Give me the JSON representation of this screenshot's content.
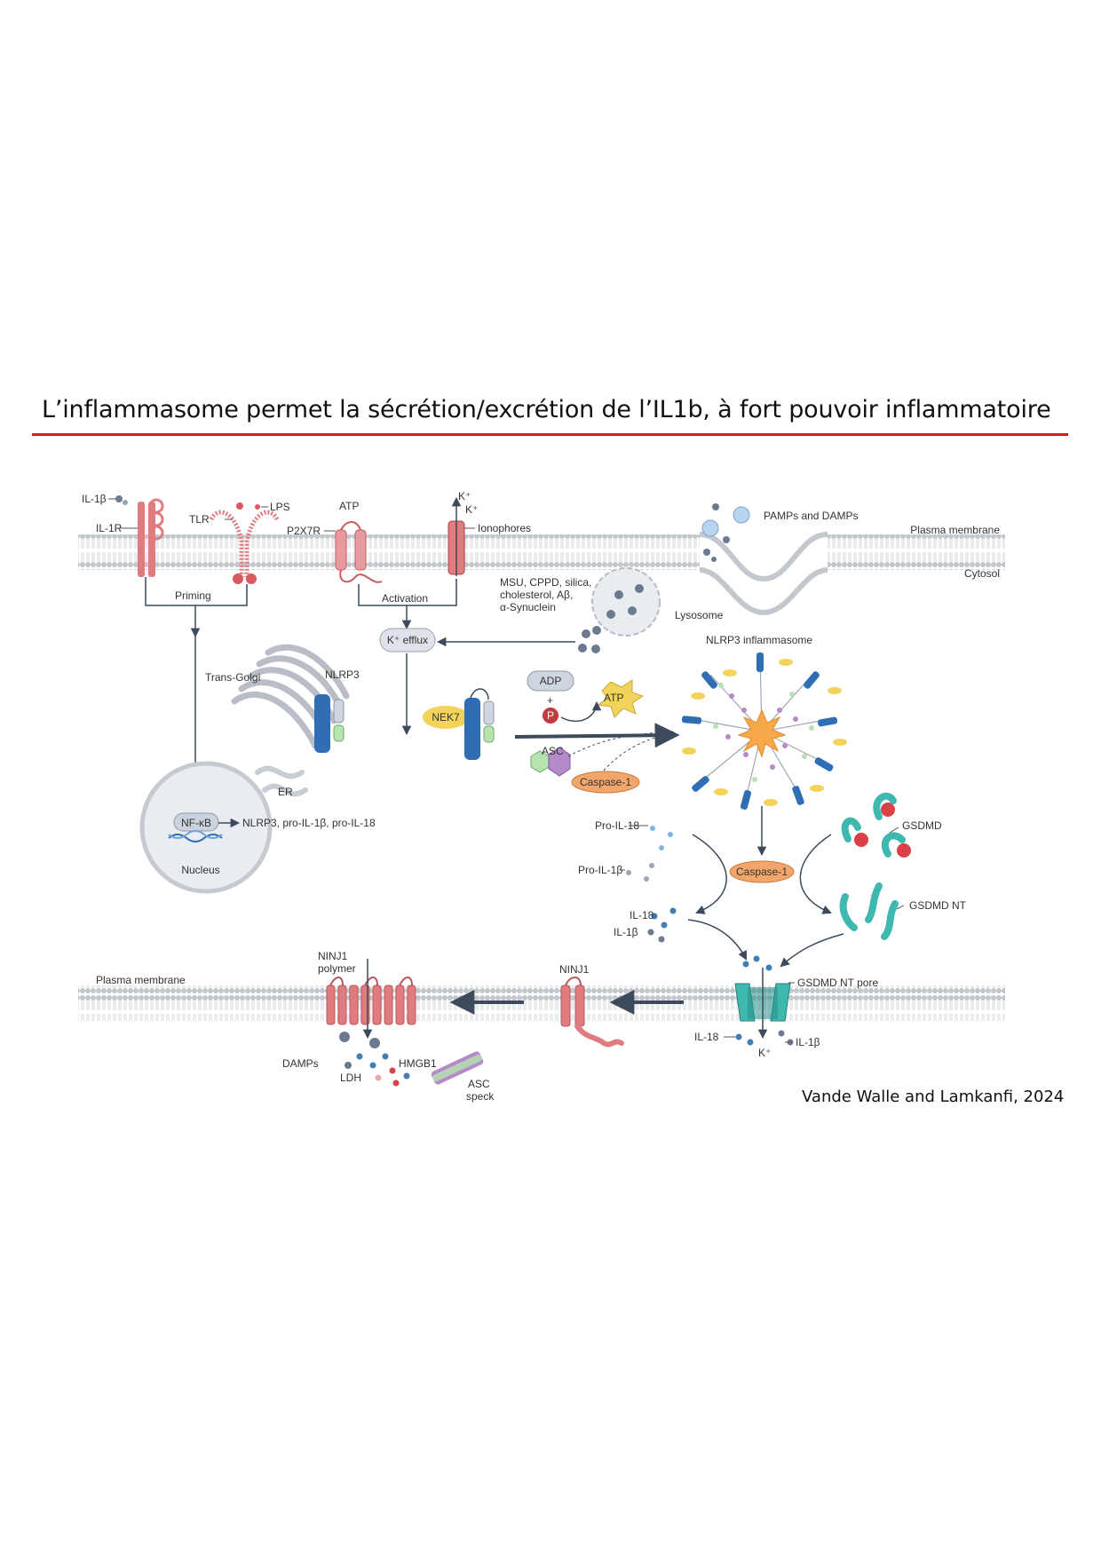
{
  "slide": {
    "title": "L’inflammasome permet la sécrétion/excrétion de l’IL1b, à fort pouvoir inflammatoire",
    "citation": "Vande Walle and Lamkanfi, 2024"
  },
  "colors": {
    "title_rule": "#e3161b",
    "receptor": "#e07b7f",
    "nlrp3": "#2f6db5",
    "membrane": "#c9cdd3",
    "arrow": "#3d4a5c",
    "caspase": "#f2a66b",
    "nek7": "#f3d35a",
    "gsdmd": "#3fb8b0"
  },
  "labels": {
    "il1b_top": "IL-1β",
    "il1r": "IL-1R",
    "tlr": "TLR",
    "lps": "LPS",
    "atp_top": "ATP",
    "p2x7r": "P2X7R",
    "k_plus_1": "K⁺",
    "k_plus_2": "K⁺",
    "ionophores": "Ionophores",
    "pamps": "PAMPs and DAMPs",
    "plasma_membrane_top": "Plasma membrane",
    "cytosol": "Cytosol",
    "priming": "Priming",
    "activation": "Activation",
    "particulates_1": "MSU, CPPD, silica,",
    "particulates_2": "cholesterol, Aβ,",
    "particulates_3": "α-Synuclein",
    "lysosome": "Lysosome",
    "k_efflux": "K⁺ efflux",
    "trans_golgi": "Trans-Golgi",
    "nlrp3": "NLRP3",
    "nek7": "NEK7",
    "adp": "ADP",
    "plus": "+",
    "p": "P",
    "atp_mid": "ATP",
    "asc": "ASC",
    "caspase1_mid": "Caspase-1",
    "nlrp3_inflammasome": "NLRP3 inflammasome",
    "er": "ER",
    "nfkb": "NF-κB",
    "nfkb_targets": "NLRP3, pro-IL-1β, pro-IL-18",
    "nucleus": "Nucleus",
    "pro_il18": "Pro-IL-18",
    "pro_il1b": "Pro-IL-1β",
    "caspase1_lower": "Caspase-1",
    "gsdmd": "GSDMD",
    "gsdmd_nt": "GSDMD NT",
    "il18_mid": "IL-18",
    "il1b_mid": "IL-1β",
    "ninj1_polymer_1": "NINJ1",
    "ninj1_polymer_2": "polymer",
    "ninj1": "NINJ1",
    "plasma_membrane_bottom": "Plasma membrane",
    "gsdmd_nt_pore": "GSDMD NT pore",
    "damps": "DAMPs",
    "ldh": "LDH",
    "hmgb1": "HMGB1",
    "asc_speck_1": "ASC",
    "asc_speck_2": "speck",
    "il18_bottom": "IL-18",
    "k_plus_bottom": "K⁺",
    "il1b_bottom": "IL-1β"
  }
}
